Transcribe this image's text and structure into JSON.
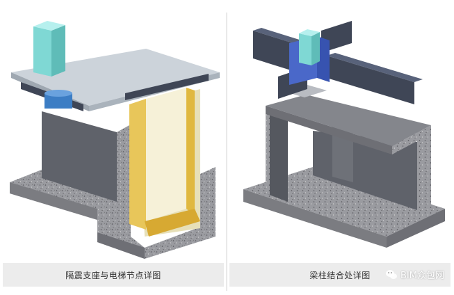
{
  "panels": [
    {
      "caption": "隔震支座与电梯节点详图"
    },
    {
      "caption": "梁柱结合处详图"
    }
  ],
  "watermark": {
    "text": "BIM众包网",
    "icon": "wechat-icon"
  },
  "colors": {
    "concrete": "#8c8d92",
    "concrete_dark": "#6e6f75",
    "wall": "#5d6068",
    "steel_dark": "#3f4656",
    "steel_blue": "#4a68c9",
    "glass": "#b9c3cc",
    "cyan_column": "#7fd8d4",
    "yellow_frame": "#e8c65a",
    "caption_bg": "#ececec"
  }
}
